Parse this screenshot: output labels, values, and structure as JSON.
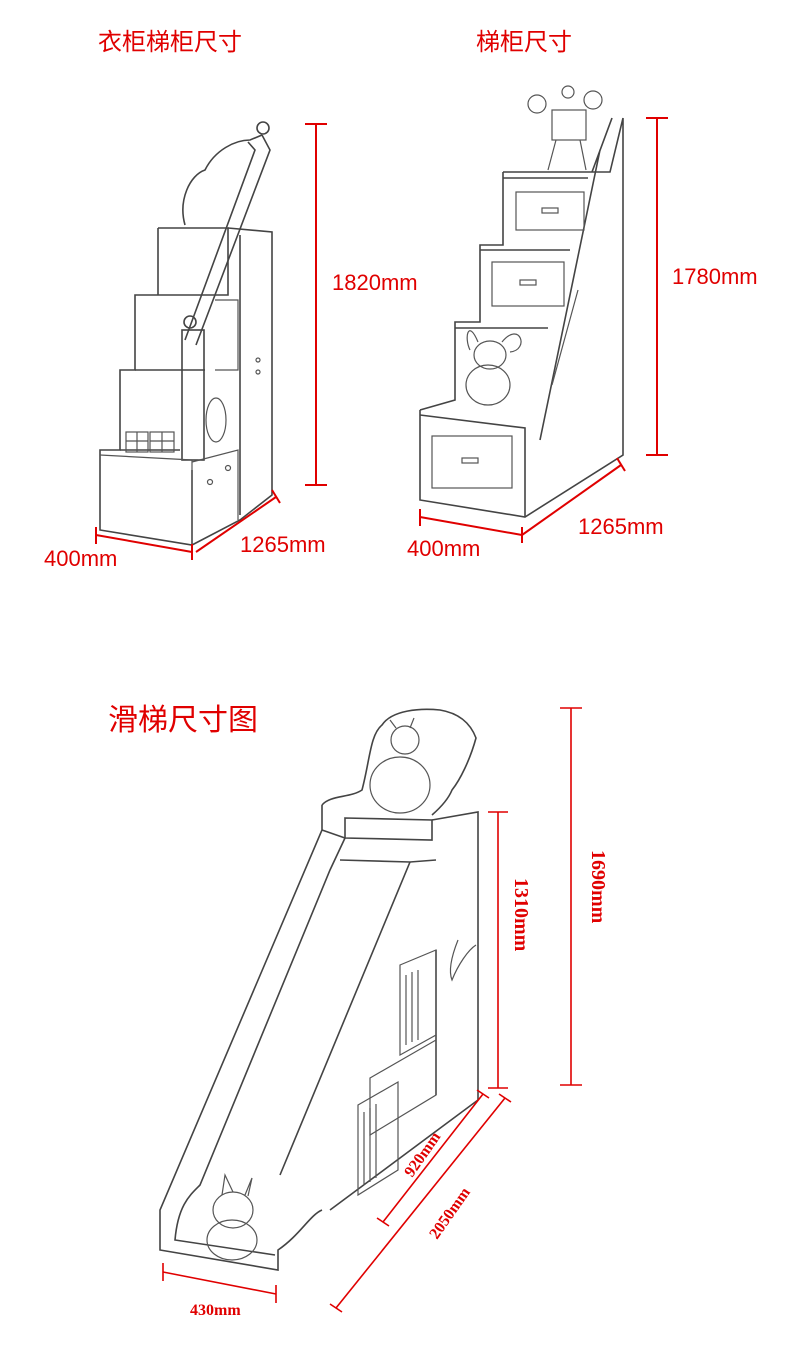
{
  "titles": {
    "wardrobe_stair": "衣柜梯柜尺寸",
    "stair_cabinet": "梯柜尺寸",
    "slide": "滑梯尺寸图"
  },
  "dimensions": {
    "wardrobe_height": "1820mm",
    "wardrobe_depth": "400mm",
    "wardrobe_length": "1265mm",
    "stair_height": "1780mm",
    "stair_depth": "400mm",
    "stair_length": "1265mm",
    "slide_total_height": "1690mm",
    "slide_platform_height": "1310mm",
    "slide_width": "430mm",
    "slide_cabinet_length": "920mm",
    "slide_total_length": "2050mm"
  },
  "colors": {
    "accent": "#e00000",
    "sketch": "#444444"
  }
}
